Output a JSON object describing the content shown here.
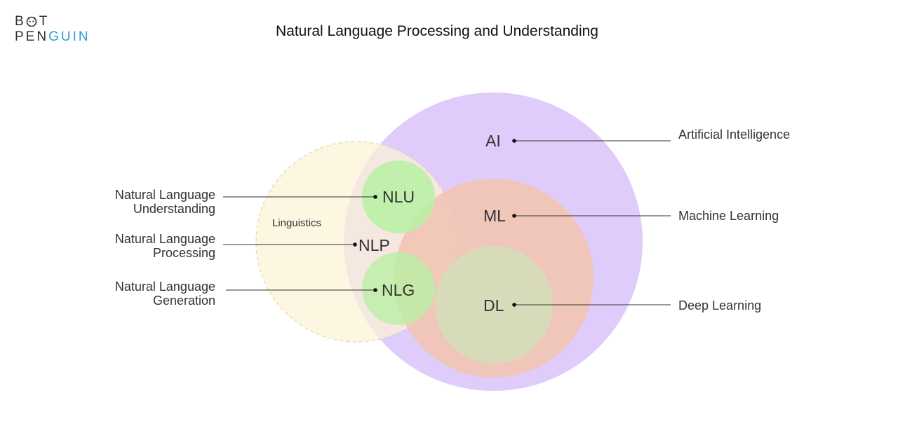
{
  "brand": {
    "logo_line1_a": "B",
    "logo_line1_icon": "penguin-face-icon",
    "logo_line1_b": "T",
    "logo_line2_a": "PEN",
    "logo_line2_b": "GUIN"
  },
  "title": "Natural Language Processing and Understanding",
  "colors": {
    "ai": "#e0ccfa",
    "ml": "#f1c5b5",
    "dl": "#d6dcb8",
    "linguistics": "#fcf2d5",
    "nlu_nlg": "#b9f0a4",
    "accent": "#2b9bd6"
  },
  "diagram": {
    "linguistics_label": "Linguistics",
    "ai": {
      "abbr": "AI",
      "full": "Artificial Intelligence"
    },
    "ml": {
      "abbr": "ML",
      "full": "Machine Learning"
    },
    "dl": {
      "abbr": "DL",
      "full": "Deep Learning"
    },
    "nlu": {
      "abbr": "NLU",
      "full_line1": "Natural Language",
      "full_line2": "Understanding"
    },
    "nlp": {
      "abbr": "NLP",
      "full_line1": "Natural Language",
      "full_line2": "Processing"
    },
    "nlg": {
      "abbr": "NLG",
      "full_line1": "Natural Language",
      "full_line2": "Generation"
    }
  }
}
